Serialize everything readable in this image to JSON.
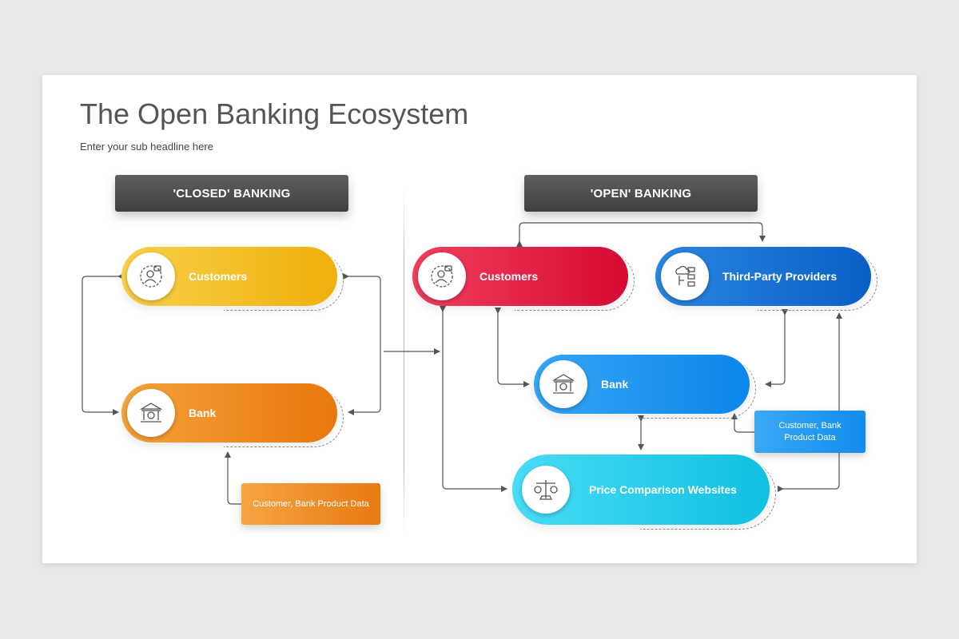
{
  "slide": {
    "title": "The Open Banking Ecosystem",
    "subtitle": "Enter your sub headline here"
  },
  "closed": {
    "header": "'CLOSED' BANKING",
    "customers_label": "Customers",
    "bank_label": "Bank",
    "data_note": "Customer, Bank Product Data"
  },
  "open": {
    "header": "'OPEN' BANKING",
    "customers_label": "Customers",
    "tpp_label": "Third-Party Providers",
    "bank_label": "Bank",
    "pcw_label": "Price Comparison Websites",
    "data_note_line1": "Customer, Bank",
    "data_note_line2": "Product Data"
  },
  "colors": {
    "yellow": "#f2b21a",
    "orange": "#ee8a1a",
    "red": "#e3173e",
    "dark_blue": "#0f6cd1",
    "blue": "#1792ee",
    "cyan": "#19c3e6",
    "header": "#4d4d4d",
    "arrow": "#555555"
  },
  "icons": {
    "customer": "customer-support-icon",
    "bank": "bank-icon",
    "tpp": "cloud-network-icon",
    "pcw": "balance-scale-icon"
  }
}
